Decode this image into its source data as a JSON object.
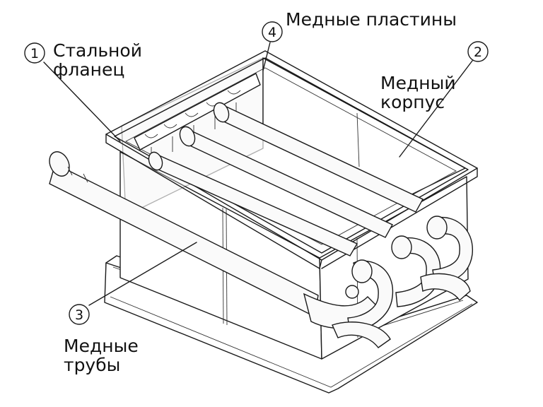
{
  "labels": {
    "steel_flange": {
      "number": "1",
      "text_line1": "Стальной",
      "text_line2": "фланец"
    },
    "copper_body": {
      "number": "2",
      "text_line1": "Медный",
      "text_line2": "корпус"
    },
    "copper_pipes": {
      "number": "3",
      "text_line1": "Медные",
      "text_line2": "трубы"
    },
    "copper_plates": {
      "number": "4",
      "text": "Медные пластины"
    }
  }
}
